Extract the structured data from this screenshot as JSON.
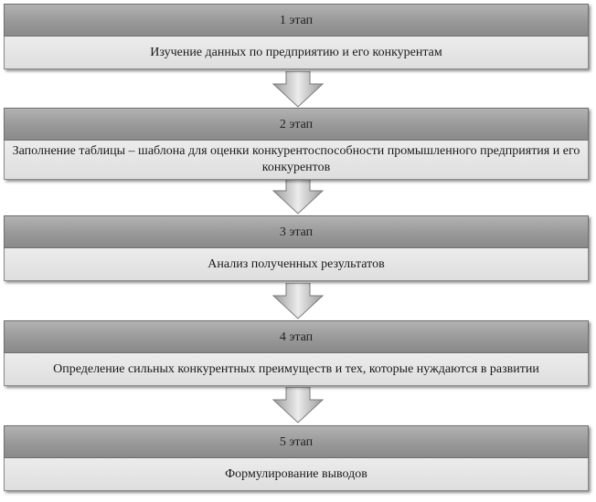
{
  "stages": [
    {
      "head": "1  этап",
      "body": "Изучение данных по предприятию и его конкурентам"
    },
    {
      "head": "2 этап",
      "body": "Заполнение таблицы – шаблона для оценки конкурентоспособности промышленного предприятия и его конкурентов"
    },
    {
      "head": "3 этап",
      "body": "Анализ полученных результатов"
    },
    {
      "head": "4 этап",
      "body": "Определение сильных конкурентных преимуществ и тех, которые нуждаются в развитии"
    },
    {
      "head": "5 этап",
      "body": "Формулирование выводов"
    }
  ]
}
